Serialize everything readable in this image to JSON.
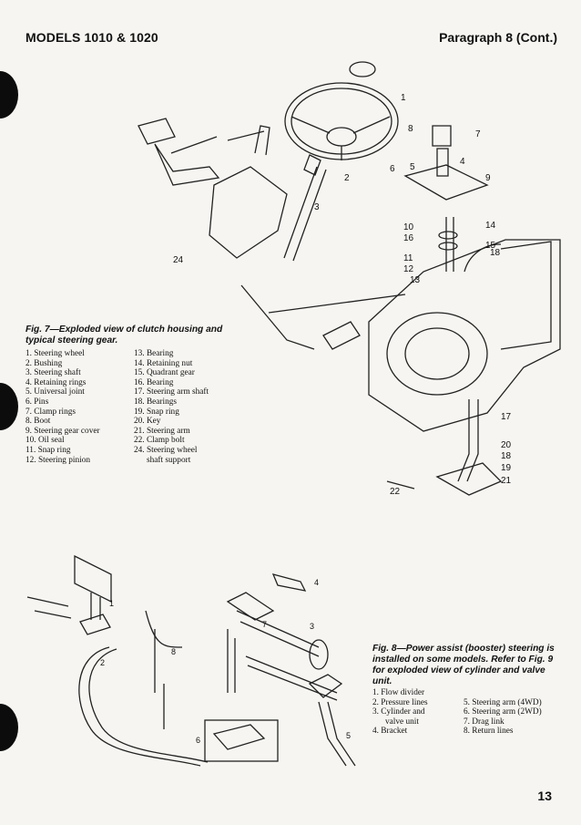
{
  "header": {
    "left": "MODELS 1010 & 1020",
    "right": "Paragraph 8 (Cont.)"
  },
  "fig7": {
    "caption": "Fig. 7—Exploded view of clutch housing and typical steering gear.",
    "legend_col1": [
      "1. Steering wheel",
      "2. Bushing",
      "3. Steering shaft",
      "4. Retaining rings",
      "5. Universal joint",
      "6. Pins",
      "7. Clamp rings",
      "8. Boot",
      "9. Steering gear cover",
      "10. Oil seal",
      "11. Snap ring",
      "12. Steering pinion"
    ],
    "legend_col2": [
      "13. Bearing",
      "14. Retaining nut",
      "15. Quadrant gear",
      "16. Bearing",
      "17. Steering arm shaft",
      "18. Bearings",
      "19. Snap ring",
      "20. Key",
      "21. Steering arm",
      "22. Clamp bolt",
      "24. Steering wheel",
      "shaft support"
    ],
    "callouts": [
      "1",
      "2",
      "3",
      "4",
      "5",
      "6",
      "7",
      "8",
      "9",
      "10",
      "11",
      "12",
      "13",
      "14",
      "15",
      "16",
      "17",
      "18",
      "18",
      "19",
      "20",
      "21",
      "22",
      "24"
    ]
  },
  "fig8": {
    "caption": "Fig. 8—Power assist (booster) steering is installed on some models. Refer to Fig. 9 for exploded view of cylinder and valve unit.",
    "legend_col1": [
      "1. Flow divider",
      "2. Pressure lines",
      "3. Cylinder and",
      "valve unit",
      "4. Bracket"
    ],
    "legend_col2": [
      "",
      "5. Steering arm (4WD)",
      "6. Steering arm (2WD)",
      "7. Drag link",
      "8. Return lines"
    ],
    "callouts": [
      "1",
      "2",
      "3",
      "4",
      "5",
      "6",
      "7",
      "8"
    ]
  },
  "page_number": "13",
  "colors": {
    "ink": "#111111",
    "paper": "#f6f5f1",
    "hole": "#0c0c0c"
  }
}
